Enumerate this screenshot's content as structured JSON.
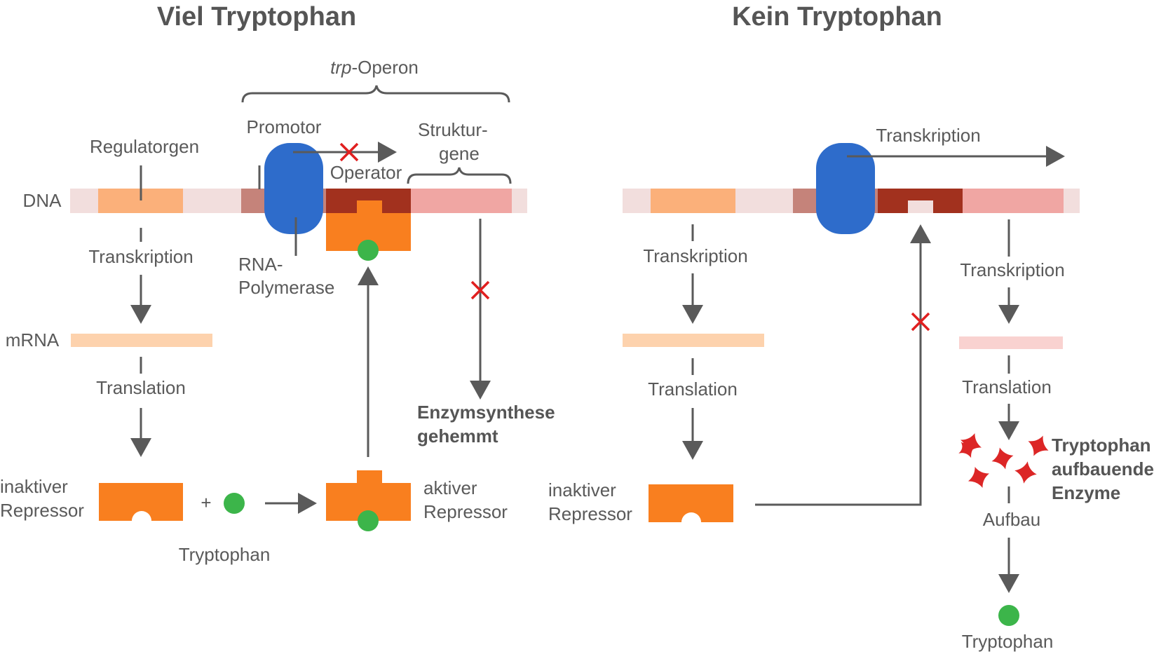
{
  "left": {
    "title": "Viel Tryptophan",
    "operon": {
      "italic": "trp",
      "rest": "-Operon"
    },
    "promotor": "Promotor",
    "operator": "Operator",
    "strukturgene_1": "Struktur-",
    "strukturgene_2": "gene",
    "regulatorgen": "Regulatorgen",
    "dna": "DNA",
    "transkription": "Transkription",
    "rna_polymerase_1": "RNA-",
    "rna_polymerase_2": "Polymerase",
    "mrna": "mRNA",
    "translation": "Translation",
    "enzym_1": "Enzymsynthese",
    "enzym_2": "gehemmt",
    "inaktiv_1": "inaktiver",
    "inaktiv_2": "Repressor",
    "plus": "+",
    "tryptophan": "Tryptophan",
    "aktiv_1": "aktiver",
    "aktiv_2": "Repressor"
  },
  "right": {
    "title": "Kein Tryptophan",
    "transkription_top": "Transkription",
    "transkription_left": "Transkription",
    "transkription_right": "Transkription",
    "translation_left": "Translation",
    "translation_right": "Translation",
    "inaktiv_1": "inaktiver",
    "inaktiv_2": "Repressor",
    "enzyme_1": "Tryptophan",
    "enzyme_2": "aufbauende",
    "enzyme_3": "Enzyme",
    "aufbau": "Aufbau",
    "tryptophan": "Tryptophan"
  },
  "colors": {
    "dna_light": "#f2dedd",
    "regulator": "#fbb07a",
    "promotor": "#c5837a",
    "operator": "#a2311e",
    "strukturgene": "#f0a6a3",
    "polymerase": "#2e6ccb",
    "repressor": "#f97f1f",
    "tryptophan": "#3cb54a",
    "mrna_left": "#fdd2ad",
    "mrna_right": "#f9d2d0",
    "enzyme": "#dc2626",
    "x_mark": "#e01f1f",
    "arrow": "#5a5a5a"
  }
}
